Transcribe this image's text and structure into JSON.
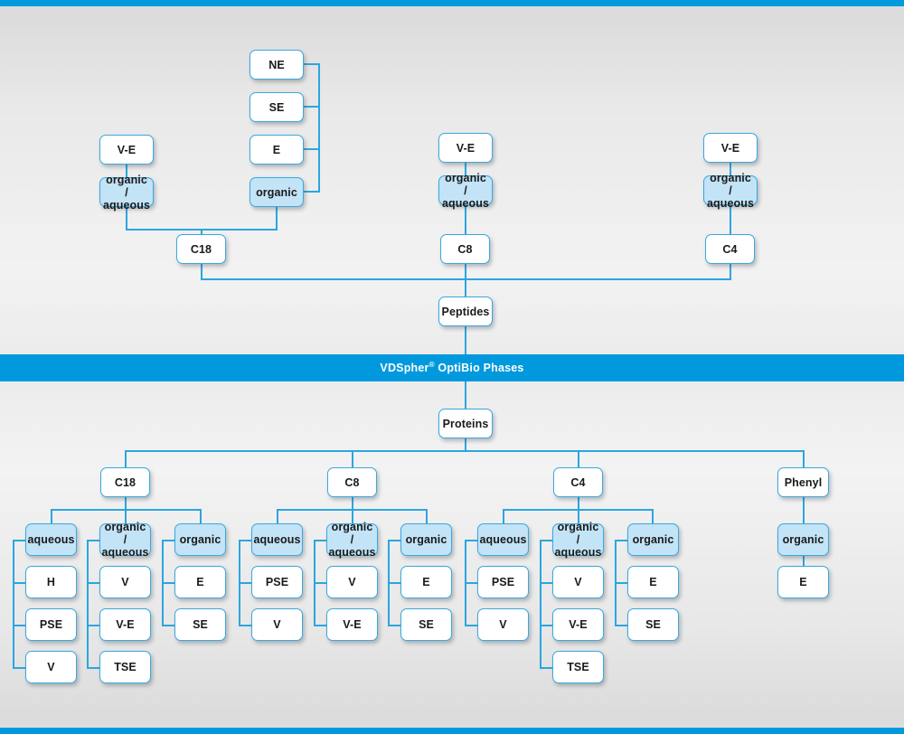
{
  "banner": {
    "text_before": "VDSpher",
    "superscript": "®",
    "text_after": " OptiBio Phases"
  },
  "colors": {
    "accent": "#0099dd",
    "node_border": "#39a9e0",
    "node_fill": "#ffffff",
    "node_fill_highlight": "#c3e3f6",
    "connector": "#2ba6e0",
    "background": "#dcdcdc",
    "banner_text": "#ffffff"
  },
  "peptides": {
    "root_label": "Peptides",
    "columns": [
      {
        "id": "c18",
        "label": "C18",
        "groups": [
          {
            "label": "organic /\naqueous",
            "highlight": true,
            "children": [
              {
                "label": "V-E"
              }
            ]
          },
          {
            "label": "organic",
            "highlight": true,
            "children": [
              {
                "label": "NE"
              },
              {
                "label": "SE"
              },
              {
                "label": "E"
              }
            ]
          }
        ]
      },
      {
        "id": "c8",
        "label": "C8",
        "groups": [
          {
            "label": "organic /\naqueous",
            "highlight": true,
            "children": [
              {
                "label": "V-E"
              }
            ]
          }
        ]
      },
      {
        "id": "c4",
        "label": "C4",
        "groups": [
          {
            "label": "organic /\naqueous",
            "highlight": true,
            "children": [
              {
                "label": "V-E"
              }
            ]
          }
        ]
      }
    ]
  },
  "proteins": {
    "root_label": "Proteins",
    "columns": [
      {
        "id": "c18",
        "label": "C18",
        "groups": [
          {
            "label": "aqueous",
            "highlight": true,
            "children": [
              {
                "label": "H"
              },
              {
                "label": "PSE"
              },
              {
                "label": "V"
              }
            ]
          },
          {
            "label": "organic /\naqueous",
            "highlight": true,
            "children": [
              {
                "label": "V"
              },
              {
                "label": "V-E"
              },
              {
                "label": "TSE"
              }
            ]
          },
          {
            "label": "organic",
            "highlight": true,
            "children": [
              {
                "label": "E"
              },
              {
                "label": "SE"
              }
            ]
          }
        ]
      },
      {
        "id": "c8",
        "label": "C8",
        "groups": [
          {
            "label": "aqueous",
            "highlight": true,
            "children": [
              {
                "label": "PSE"
              },
              {
                "label": "V"
              }
            ]
          },
          {
            "label": "organic /\naqueous",
            "highlight": true,
            "children": [
              {
                "label": "V"
              },
              {
                "label": "V-E"
              }
            ]
          },
          {
            "label": "organic",
            "highlight": true,
            "children": [
              {
                "label": "E"
              },
              {
                "label": "SE"
              }
            ]
          }
        ]
      },
      {
        "id": "c4",
        "label": "C4",
        "groups": [
          {
            "label": "aqueous",
            "highlight": true,
            "children": [
              {
                "label": "PSE"
              },
              {
                "label": "V"
              }
            ]
          },
          {
            "label": "organic /\naqueous",
            "highlight": true,
            "children": [
              {
                "label": "V"
              },
              {
                "label": "V-E"
              },
              {
                "label": "TSE"
              }
            ]
          },
          {
            "label": "organic",
            "highlight": true,
            "children": [
              {
                "label": "E"
              },
              {
                "label": "SE"
              }
            ]
          }
        ]
      },
      {
        "id": "phenyl",
        "label": "Phenyl",
        "groups": [
          {
            "label": "organic",
            "highlight": true,
            "children": [
              {
                "label": "E"
              }
            ]
          }
        ]
      }
    ]
  },
  "nodes": {
    "top_ve_c18": "V-E",
    "top_oa_c18": "organic /\naqueous",
    "top_ne": "NE",
    "top_se": "SE",
    "top_e": "E",
    "top_organic": "organic",
    "top_c18": "C18",
    "top_ve_c8": "V-E",
    "top_oa_c8": "organic /\naqueous",
    "top_c8": "C8",
    "top_ve_c4": "V-E",
    "top_oa_c4": "organic /\naqueous",
    "top_c4": "C4",
    "peptides": "Peptides",
    "proteins": "Proteins",
    "b_c18": "C18",
    "b_c18_aqueous": "aqueous",
    "b_c18_aq_1": "H",
    "b_c18_aq_2": "PSE",
    "b_c18_aq_3": "V",
    "b_c18_oa": "organic /\naqueous",
    "b_c18_oa_1": "V",
    "b_c18_oa_2": "V-E",
    "b_c18_oa_3": "TSE",
    "b_c18_org": "organic",
    "b_c18_org_1": "E",
    "b_c18_org_2": "SE",
    "b_c8": "C8",
    "b_c8_aqueous": "aqueous",
    "b_c8_aq_1": "PSE",
    "b_c8_aq_2": "V",
    "b_c8_oa": "organic /\naqueous",
    "b_c8_oa_1": "V",
    "b_c8_oa_2": "V-E",
    "b_c8_org": "organic",
    "b_c8_org_1": "E",
    "b_c8_org_2": "SE",
    "b_c4": "C4",
    "b_c4_aqueous": "aqueous",
    "b_c4_aq_1": "PSE",
    "b_c4_aq_2": "V",
    "b_c4_oa": "organic /\naqueous",
    "b_c4_oa_1": "V",
    "b_c4_oa_2": "V-E",
    "b_c4_oa_3": "TSE",
    "b_c4_org": "organic",
    "b_c4_org_1": "E",
    "b_c4_org_2": "SE",
    "b_phenyl": "Phenyl",
    "b_phenyl_org": "organic",
    "b_phenyl_org_1": "E"
  }
}
